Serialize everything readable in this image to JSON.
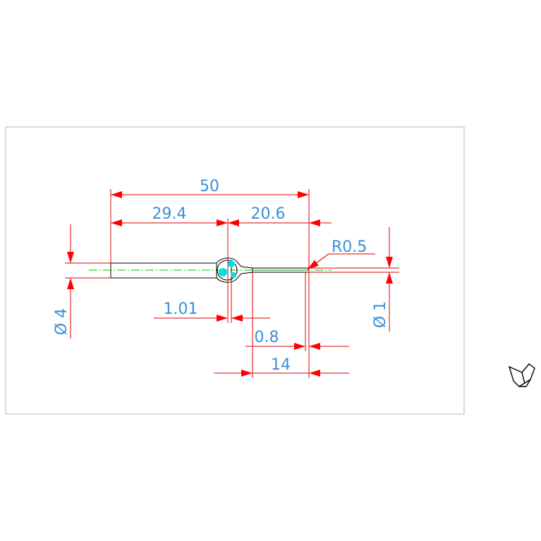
{
  "colors": {
    "background": "#ffffff",
    "frame": "#b4b4b4",
    "dimension_line": "#e00000",
    "arrow": "#ff0000",
    "dimension_text": "#3a8fd8",
    "part_outline": "#000000",
    "centerline": "#00c000",
    "grip": "#00e0e0"
  },
  "dimensions": {
    "overall_length": "50",
    "left_length": "29.4",
    "right_length": "20.6",
    "tip_radius": "R0.5",
    "left_diameter": "Ø 4",
    "right_diameter": "Ø 1",
    "neck_length": "1.01",
    "taper_length": "0.8",
    "wire_length": "14"
  },
  "icons": {
    "ucs": "ucs-icon"
  }
}
